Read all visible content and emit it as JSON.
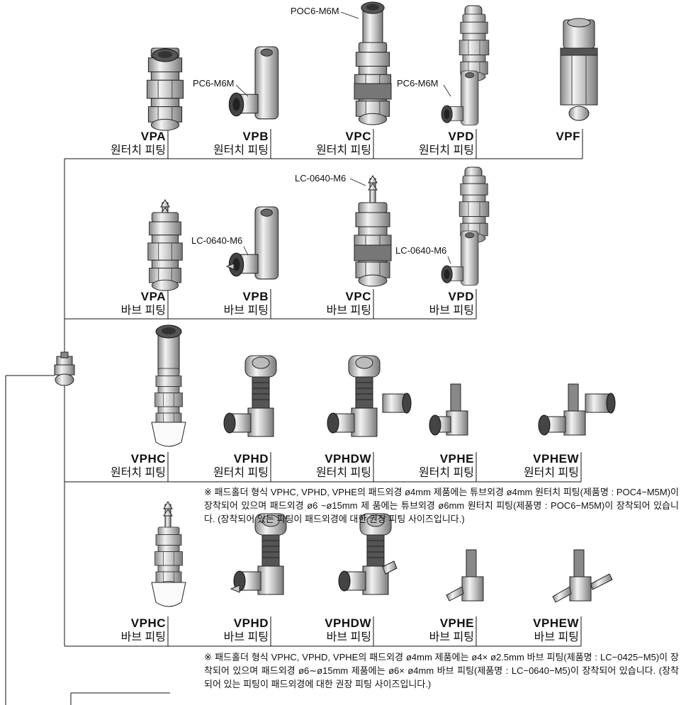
{
  "rows": [
    {
      "items": [
        {
          "code": "VPA",
          "desc": "원터치 피팅"
        },
        {
          "code": "VPB",
          "desc": "원터치 피팅"
        },
        {
          "code": "VPC",
          "desc": "원터치 피팅"
        },
        {
          "code": "VPD",
          "desc": "원터치 피팅"
        },
        {
          "code": "VPF",
          "desc": ""
        }
      ]
    },
    {
      "items": [
        {
          "code": "VPA",
          "desc": "바브 피팅"
        },
        {
          "code": "VPB",
          "desc": "바브 피팅"
        },
        {
          "code": "VPC",
          "desc": "바브 피팅"
        },
        {
          "code": "VPD",
          "desc": "바브 피팅"
        }
      ]
    },
    {
      "items": [
        {
          "code": "VPHC",
          "desc": "원터치 피팅"
        },
        {
          "code": "VPHD",
          "desc": "원터치 피팅"
        },
        {
          "code": "VPHDW",
          "desc": "원터치 피팅"
        },
        {
          "code": "VPHE",
          "desc": "원터치 피팅"
        },
        {
          "code": "VPHEW",
          "desc": "원터치 피팅"
        }
      ],
      "note": "※ 패드홀더 형식 VPHC, VPHD, VPHE의 패드외경 ø4mm 제품에는 튜브외경 ø4mm 원터치 피팅(제품명 : POC4−M5M)이 장착되어 있으며 패드외경 ø6 ~ø15mm 제 품에는 튜브외경 ø6mm 원터치 피팅(제품명 : POC6−M5M)이 장착되어 있습니다. (장착되어 있는 피팅이 패드외경에 대한 권장 피팅 사이즈입니다.)"
    },
    {
      "items": [
        {
          "code": "VPHC",
          "desc": "바브 피팅"
        },
        {
          "code": "VPHD",
          "desc": "바브 피팅"
        },
        {
          "code": "VPHDW",
          "desc": "바브 피팅"
        },
        {
          "code": "VPHE",
          "desc": "바브 피팅"
        },
        {
          "code": "VPHEW",
          "desc": "바브 피팅"
        }
      ],
      "note": "※ 패드홀더 형식 VPHC, VPHD, VPHE의 패드외경 ø4mm 제품에는 ø4× ø2.5mm 바브 피팅(제품명 : LC−0425−M5)이 장착되어 있으며 패드외경 ø6∼ø15mm 제품에는 ø6× ø4mm 바브 피팅(제품명 : LC−0640−M5)이 장착되어 있습니다. (장착되어 있는 피팅이 패드외경에 대한 권장 피팅 사이즈입니다.)"
    }
  ],
  "callouts": {
    "poc6": "POC6-M6M",
    "pc6_b": "PC6-M6M",
    "pc6_d": "PC6-M6M",
    "lc_c": "LC-0640-M6",
    "lc_b": "LC-0640-M6",
    "lc_d": "LC-0640-M6"
  },
  "colors": {
    "line": "#111111",
    "metal": "#d4d4d4",
    "dark": "#555555"
  }
}
